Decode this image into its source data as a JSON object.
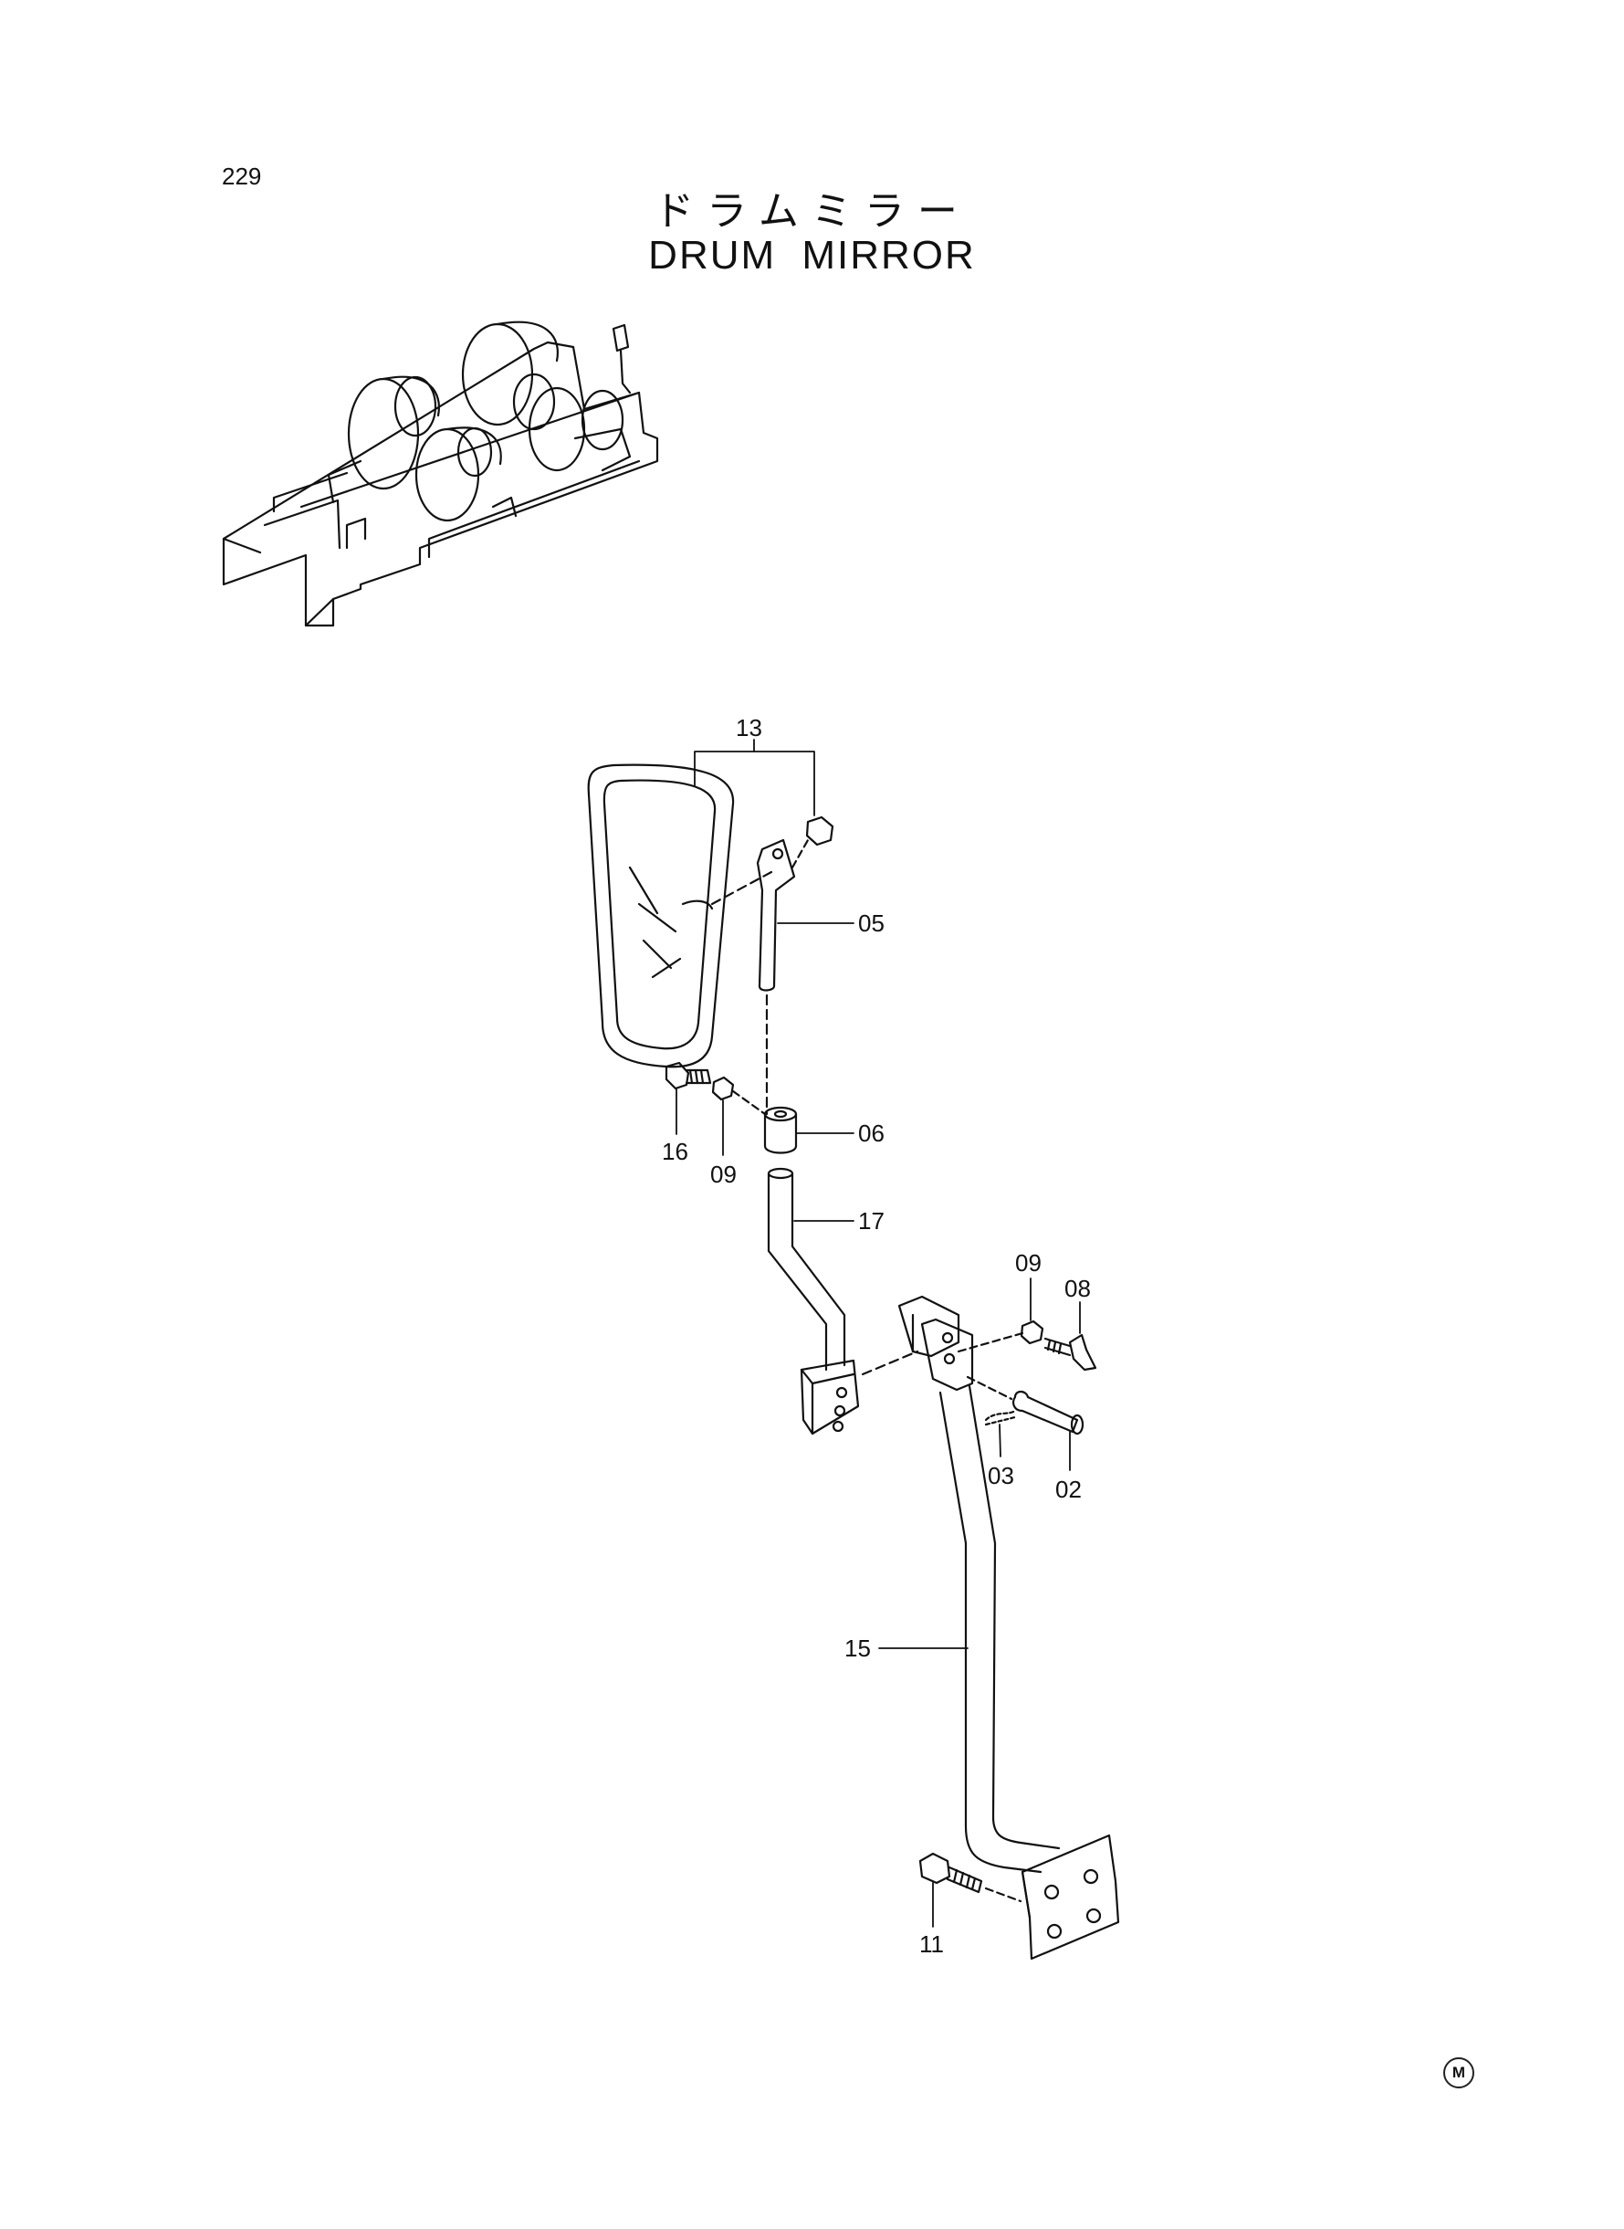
{
  "page": {
    "number": "229",
    "title_jp": "ドラムミラー",
    "title_en": "DRUM MIRROR",
    "mark": "M"
  },
  "callouts": [
    {
      "id": "13",
      "label": "13"
    },
    {
      "id": "05",
      "label": "05"
    },
    {
      "id": "06",
      "label": "06"
    },
    {
      "id": "16",
      "label": "16"
    },
    {
      "id": "09a",
      "label": "09"
    },
    {
      "id": "17",
      "label": "17"
    },
    {
      "id": "09b",
      "label": "09"
    },
    {
      "id": "08",
      "label": "08"
    },
    {
      "id": "03",
      "label": "03"
    },
    {
      "id": "02",
      "label": "02"
    },
    {
      "id": "15",
      "label": "15"
    },
    {
      "id": "11",
      "label": "11"
    }
  ]
}
